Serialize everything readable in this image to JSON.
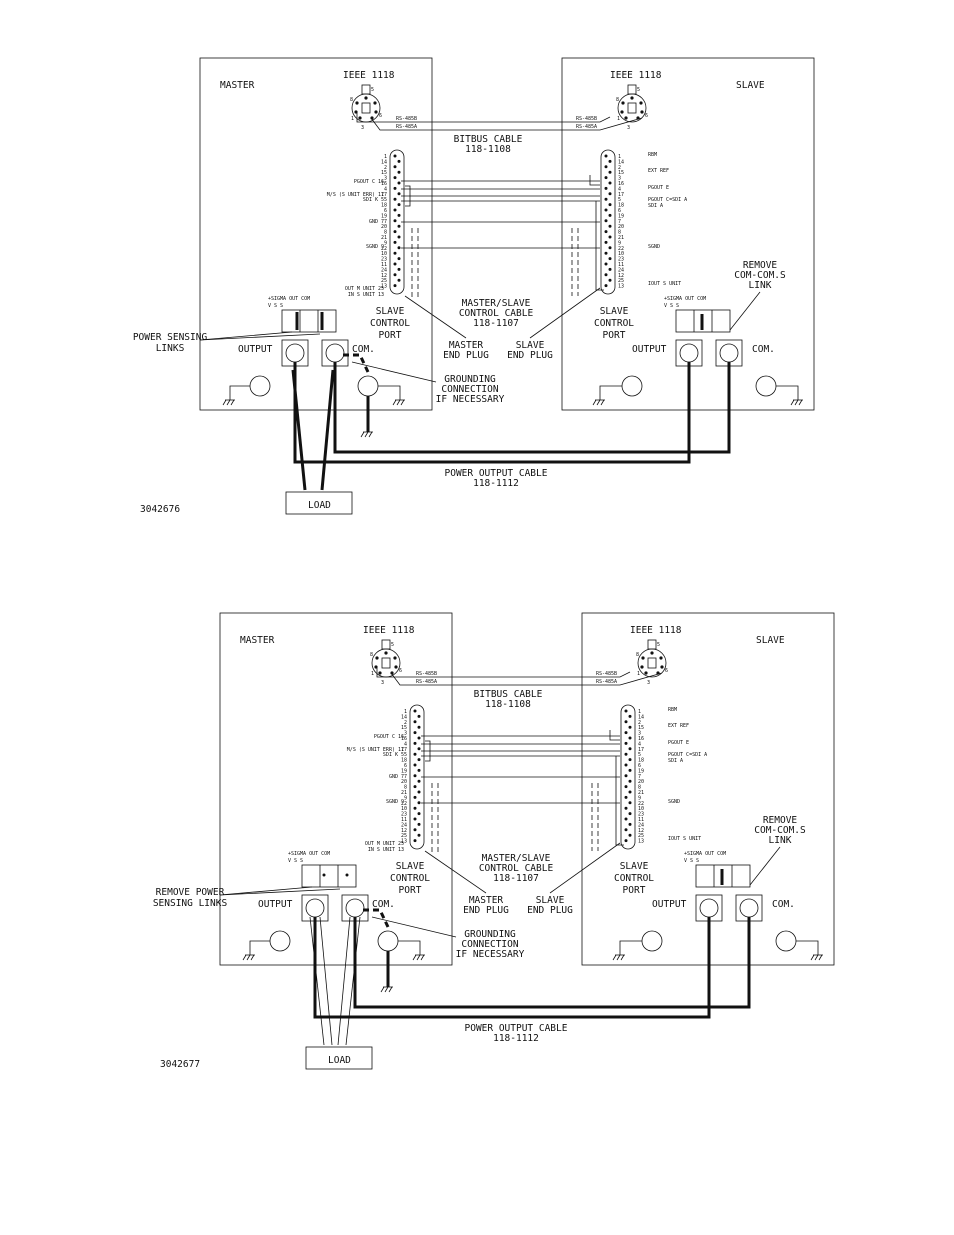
{
  "diagrams": [
    {
      "master_label": "MASTER",
      "slave_label": "SLAVE",
      "ieee_master": "IEEE 1118",
      "ieee_slave": "IEEE 1118",
      "bitbus_cable": [
        "BITBUS CABLE",
        "118-1108"
      ],
      "rs485b": "RS-485B",
      "rs485a": "RS-485A",
      "master_pin_labels": [
        "PGOUT C 16",
        "M/S (S UNIT ERR) 17",
        "SDI K 5",
        "GND 7",
        "SGND 9",
        "OUT M UNIT 25",
        "IN S UNIT 13"
      ],
      "slave_pin_labels": [
        "RBM",
        "EXT REF",
        "PGOUT E",
        "PGOUT C=SDI A",
        "SDI A",
        "SGND",
        "IOUT S UNIT"
      ],
      "sigma_master": [
        "+SIGMA OUT COM",
        "V    S    S"
      ],
      "sigma_slave": [
        "+SIGMA OUT COM",
        "V    S    S"
      ],
      "links_label": [
        "POWER SENSING",
        "LINKS"
      ],
      "remove_link": [
        "REMOVE",
        "COM-COM.S",
        "LINK"
      ],
      "slave_port_m": [
        "SLAVE",
        "CONTROL",
        "PORT"
      ],
      "slave_port_s": [
        "SLAVE",
        "CONTROL",
        "PORT"
      ],
      "control_cable": [
        "MASTER/SLAVE",
        "CONTROL CABLE",
        "118-1107"
      ],
      "master_plug": [
        "MASTER",
        "END PLUG"
      ],
      "slave_plug": [
        "SLAVE",
        "END PLUG"
      ],
      "output": "OUTPUT",
      "com": "COM.",
      "output_s": "OUTPUT",
      "com_s": "COM.",
      "grounding": [
        "GROUNDING",
        "CONNECTION",
        "IF NECESSARY"
      ],
      "power_cable": [
        "POWER OUTPUT CABLE",
        "118-1112"
      ],
      "load": "LOAD",
      "figure_id": "3042676"
    },
    {
      "master_label": "MASTER",
      "slave_label": "SLAVE",
      "ieee_master": "IEEE 1118",
      "ieee_slave": "IEEE 1118",
      "bitbus_cable": [
        "BITBUS CABLE",
        "118-1108"
      ],
      "rs485b": "RS-485B",
      "rs485a": "RS-485A",
      "master_pin_labels": [
        "PGOUT C 16",
        "M/S (S UNIT ERR) 17",
        "SDI K 5",
        "GND 7",
        "SGND 9",
        "OUT M UNIT 25",
        "IN S UNIT 13"
      ],
      "slave_pin_labels": [
        "RBM",
        "EXT REF",
        "PGOUT E",
        "PGOUT C=SDI A",
        "SDI A",
        "SGND",
        "IOUT S UNIT"
      ],
      "sigma_master": [
        "+SIGMA OUT COM",
        "V    S    S"
      ],
      "sigma_slave": [
        "+SIGMA OUT COM",
        "V    S    S"
      ],
      "links_label": [
        "REMOVE POWER",
        "SENSING LINKS"
      ],
      "remove_link": [
        "REMOVE",
        "COM-COM.S",
        "LINK"
      ],
      "slave_port_m": [
        "SLAVE",
        "CONTROL",
        "PORT"
      ],
      "slave_port_s": [
        "SLAVE",
        "CONTROL",
        "PORT"
      ],
      "control_cable": [
        "MASTER/SLAVE",
        "CONTROL CABLE",
        "118-1107"
      ],
      "master_plug": [
        "MASTER",
        "END PLUG"
      ],
      "slave_plug": [
        "SLAVE",
        "END PLUG"
      ],
      "output": "OUTPUT",
      "com": "COM.",
      "output_s": "OUTPUT",
      "com_s": "COM.",
      "grounding": [
        "GROUNDING",
        "CONNECTION",
        "IF NECESSARY"
      ],
      "power_cable": [
        "POWER OUTPUT CABLE",
        "118-1112"
      ],
      "load": "LOAD",
      "figure_id": "3042677"
    }
  ]
}
